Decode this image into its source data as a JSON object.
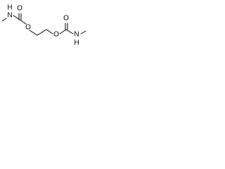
{
  "structure": {
    "atoms": {
      "n_left": "N",
      "h_left": "H",
      "o_carbonyl_left": "O",
      "o_ester_left": "O",
      "o_ester_right": "O",
      "o_carbonyl_right": "O",
      "n_right": "N",
      "h_right": "H"
    }
  }
}
